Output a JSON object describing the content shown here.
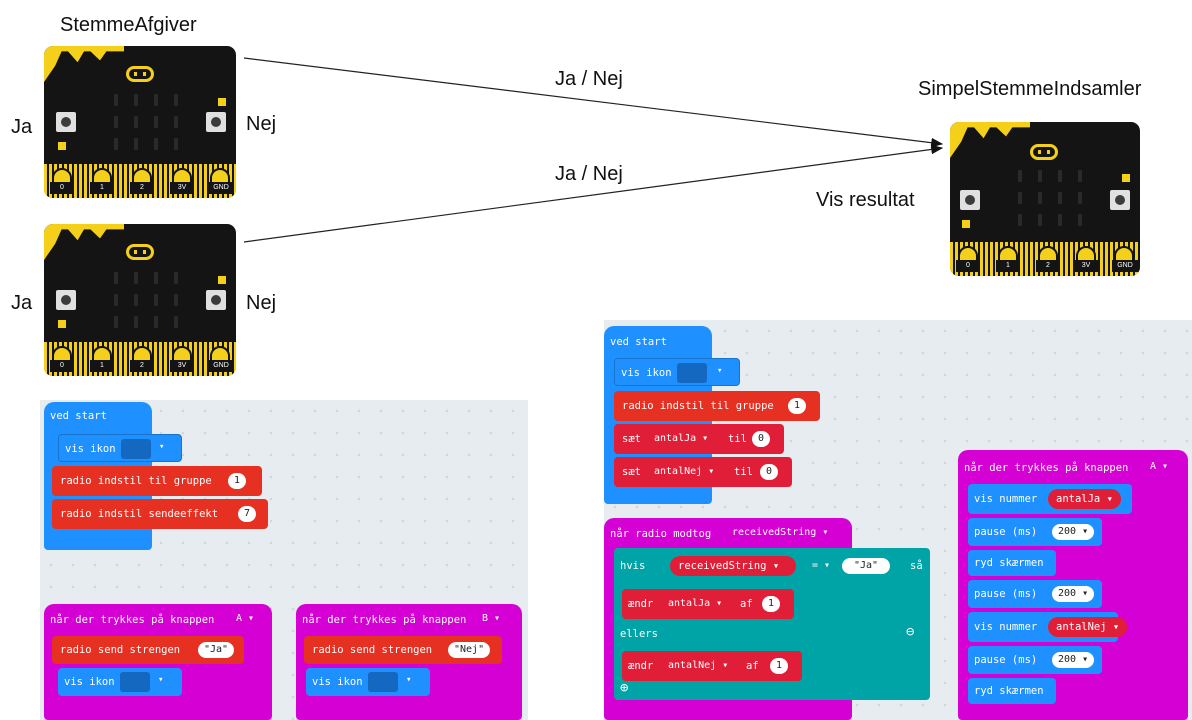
{
  "diagram": {
    "sender_title": "StemmeAfgiver",
    "collector_title": "SimpelStemmeIndsamler",
    "left_button_label": "Ja",
    "right_button_label": "Nej",
    "arrow_label": "Ja / Nej",
    "collector_button_label": "Vis resultat",
    "microbit": {
      "pins": [
        "0",
        "1",
        "2",
        "3V",
        "GND"
      ]
    }
  },
  "left_code": {
    "on_start": {
      "header": "ved start",
      "show_icon": "vis ikon",
      "radio_group": "radio indstil til gruppe",
      "radio_group_value": "1",
      "radio_power": "radio indstil sendeeffekt",
      "radio_power_value": "7"
    },
    "button_a": {
      "header": "når der trykkes på knappen",
      "button": "A",
      "send": "radio send strengen",
      "send_value": "\"Ja\"",
      "show_icon": "vis ikon"
    },
    "button_b": {
      "header": "når der trykkes på knappen",
      "button": "B",
      "send": "radio send strengen",
      "send_value": "\"Nej\"",
      "show_icon": "vis ikon"
    }
  },
  "right_code": {
    "on_start": {
      "header": "ved start",
      "show_icon": "vis ikon",
      "radio_group": "radio indstil til gruppe",
      "radio_group_value": "1",
      "set": "sæt",
      "to": "til",
      "var_ja": "antalJa",
      "var_nej": "antalNej",
      "zero": "0"
    },
    "on_received": {
      "header": "når radio modtog",
      "param": "receivedString",
      "if": "hvis",
      "op": "=",
      "compare_value": "\"Ja\"",
      "then": "så",
      "change": "ændr",
      "by": "af",
      "one": "1",
      "else": "ellers",
      "var_ja": "antalJa",
      "var_nej": "antalNej"
    },
    "button_a": {
      "header": "når der trykkes på knappen",
      "button": "A",
      "show_number": "vis nummer",
      "pause": "pause (ms)",
      "pause_value": "200",
      "clear": "ryd skærmen",
      "var_ja": "antalJa",
      "var_nej": "antalNej"
    }
  },
  "colors": {
    "basic_blue": "#1e90ff",
    "radio_pink": "#e63022",
    "event_magenta": "#d400d4",
    "logic_teal": "#00a4a6",
    "variable_red": "#e01e37",
    "microbit_yellow": "#f5d01b"
  }
}
